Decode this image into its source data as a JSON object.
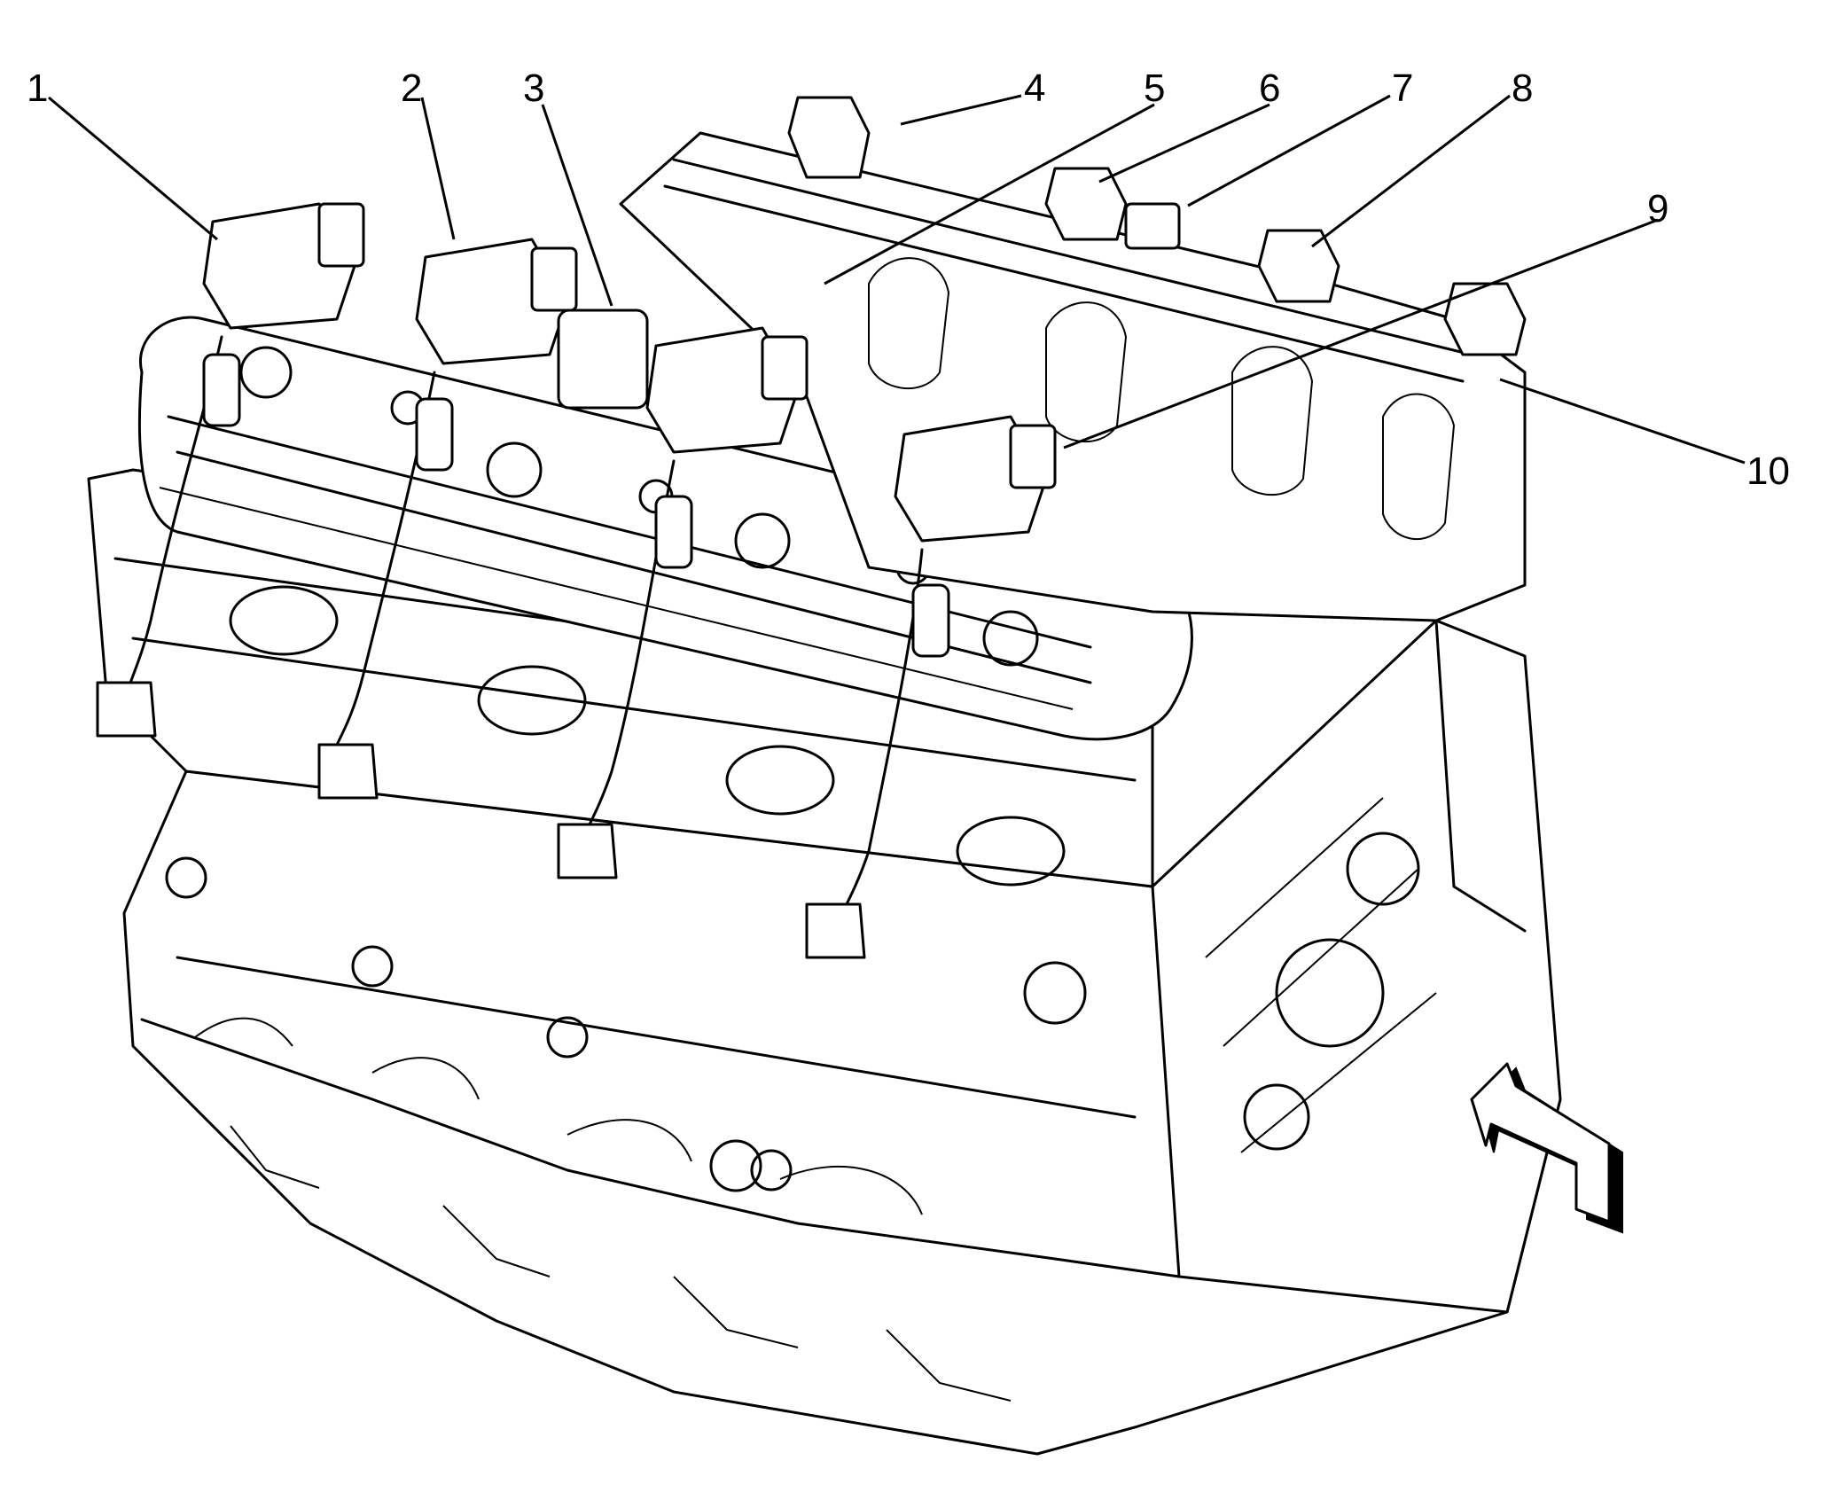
{
  "diagram": {
    "callouts": [
      {
        "id": "1",
        "label": "1"
      },
      {
        "id": "2",
        "label": "2"
      },
      {
        "id": "3",
        "label": "3"
      },
      {
        "id": "4",
        "label": "4"
      },
      {
        "id": "5",
        "label": "5"
      },
      {
        "id": "6",
        "label": "6"
      },
      {
        "id": "7",
        "label": "7"
      },
      {
        "id": "8",
        "label": "8"
      },
      {
        "id": "9",
        "label": "9"
      },
      {
        "id": "10",
        "label": "10"
      }
    ],
    "view_arrow_icon": "view-direction-arrow-icon",
    "colors": {
      "ink": "#000000",
      "paper": "#ffffff"
    }
  }
}
